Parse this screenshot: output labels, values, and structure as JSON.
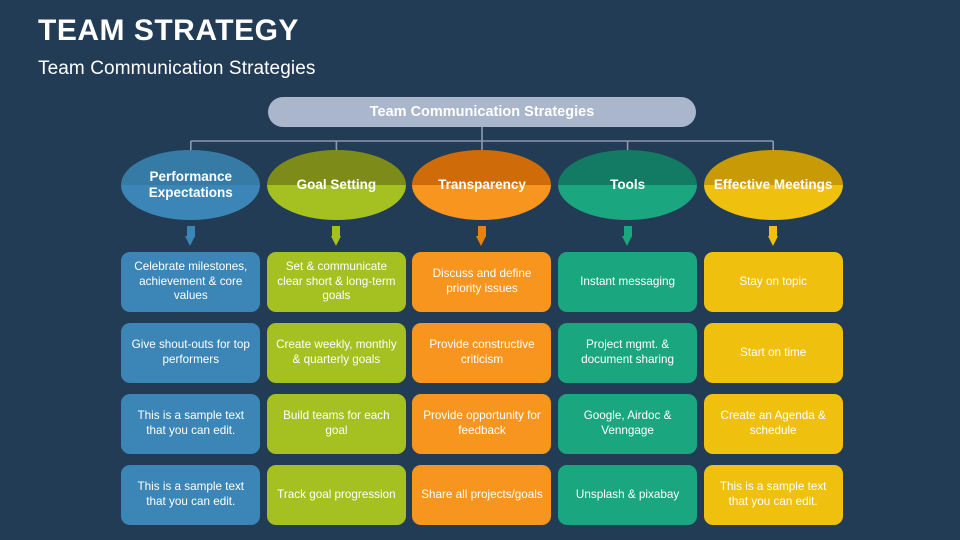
{
  "header": {
    "title": "TEAM STRATEGY",
    "subtitle": "Team Communication Strategies"
  },
  "root": {
    "label": "Team Communication Strategies",
    "color": "#aab6cb"
  },
  "theme": {
    "background": "#223c55",
    "connector_line": "#8b9ab0",
    "text": "#ffffff"
  },
  "branches": [
    {
      "title": "Performance Expectations",
      "color": "#3b86b6",
      "color_dark": "#357ba6",
      "arrow_color": "#3b86b6",
      "cards": [
        "Celebrate milestones, achievement & core values",
        "Give shout-outs for top performers",
        "This is a sample text that you can edit.",
        "This is a sample text that you can edit."
      ]
    },
    {
      "title": "Goal Setting",
      "color": "#a4c021",
      "color_dark": "#7d8c18",
      "arrow_color": "#a4c021",
      "cards": [
        "Set & communicate clear short & long-term goals",
        "Create weekly, monthly & quarterly goals",
        "Build teams for each goal",
        "Track goal progression"
      ]
    },
    {
      "title": "Transparency",
      "color": "#f7951e",
      "color_dark": "#cf6b08",
      "arrow_color": "#e8820d",
      "cards": [
        "Discuss and define priority issues",
        "Provide constructive criticism",
        "Provide opportunity for feedback",
        "Share all projects/goals"
      ]
    },
    {
      "title": "Tools",
      "color": "#1aa67f",
      "color_dark": "#137a63",
      "arrow_color": "#1aa67f",
      "cards": [
        "Instant messaging",
        "Project mgmt. & document sharing",
        "Google, Airdoc & Venngage",
        "Unsplash & pixabay"
      ]
    },
    {
      "title": "Effective Meetings",
      "color": "#efc00e",
      "color_dark": "#c79a06",
      "arrow_color": "#efc00e",
      "cards": [
        "Stay on topic",
        "Start on time",
        "Create an Agenda & schedule",
        "This is a sample text that you can edit."
      ]
    }
  ]
}
